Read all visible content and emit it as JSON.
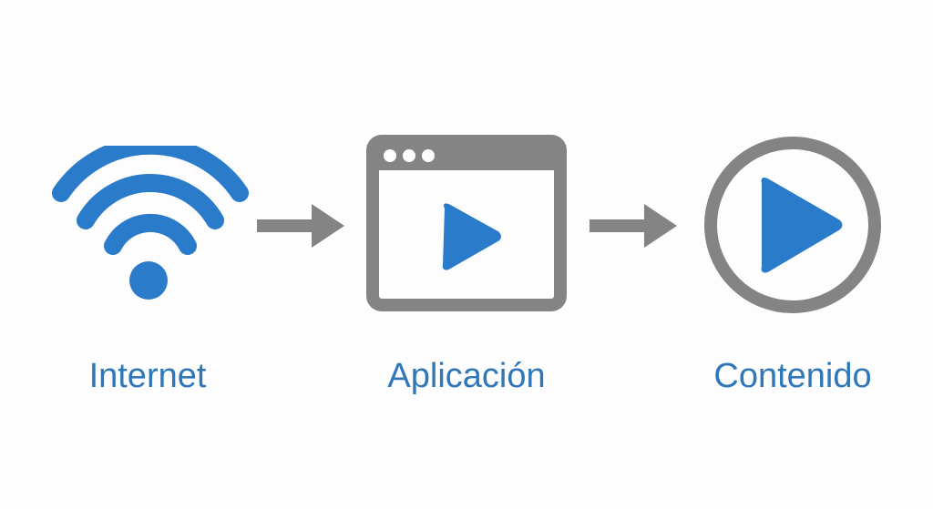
{
  "steps": [
    {
      "label": "Internet",
      "icon": "wifi-icon"
    },
    {
      "label": "Aplicación",
      "icon": "app-window-play-icon"
    },
    {
      "label": "Contenido",
      "icon": "play-circle-icon"
    }
  ],
  "connectors": [
    "arrow-right-icon",
    "arrow-right-icon"
  ],
  "colors": {
    "accent": "#2b7bcb",
    "gray": "#848484",
    "label": "#2f77b8"
  }
}
